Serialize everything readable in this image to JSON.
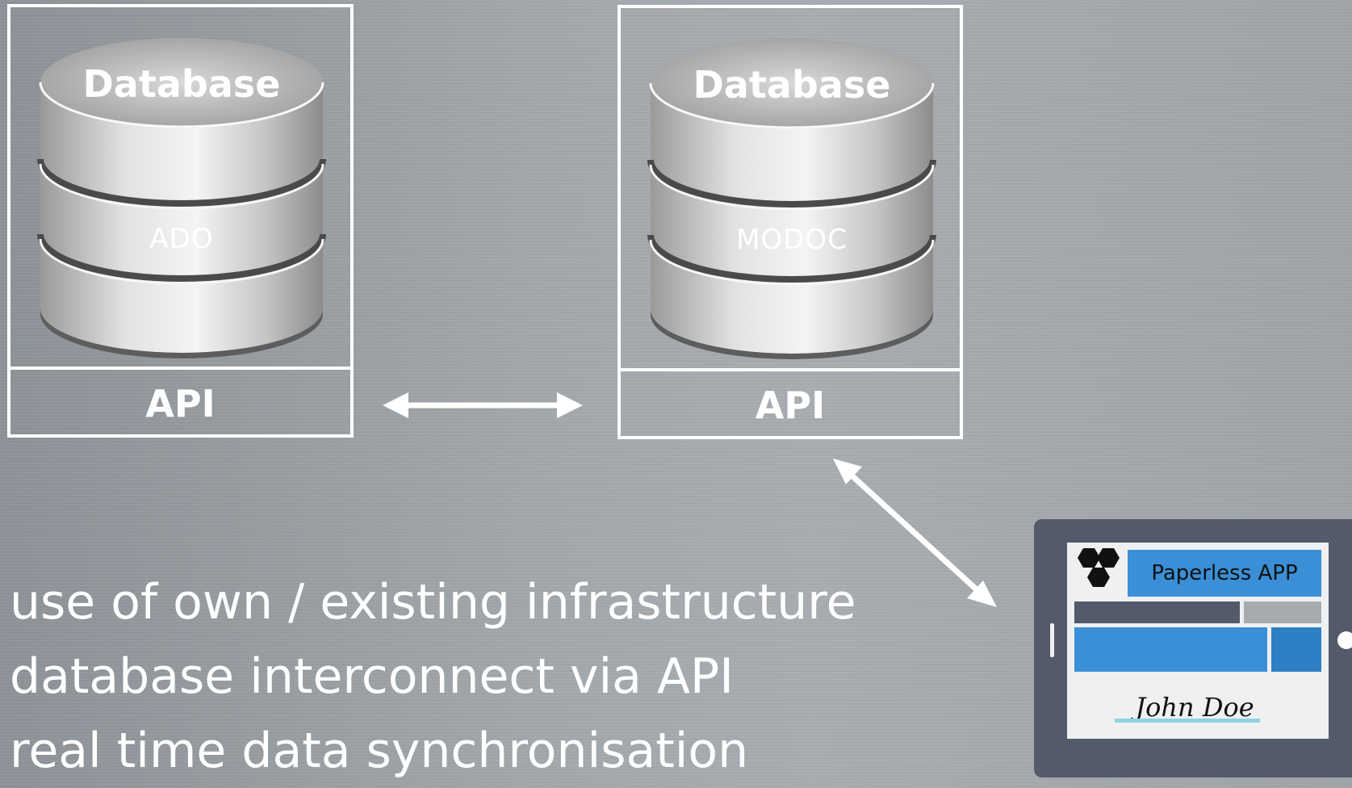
{
  "databases": [
    {
      "title": "Database",
      "name": "ADO",
      "api_label": "API"
    },
    {
      "title": "Database",
      "name": "MODOC",
      "api_label": "API"
    }
  ],
  "bullets": [
    "use of own / existing infrastructure",
    "database interconnect via API",
    "real time data synchronisation"
  ],
  "tablet": {
    "app_title": "Paperless APP",
    "signature": "John Doe",
    "accent_color": "#3a8fd6",
    "frame_color": "#535a69"
  }
}
